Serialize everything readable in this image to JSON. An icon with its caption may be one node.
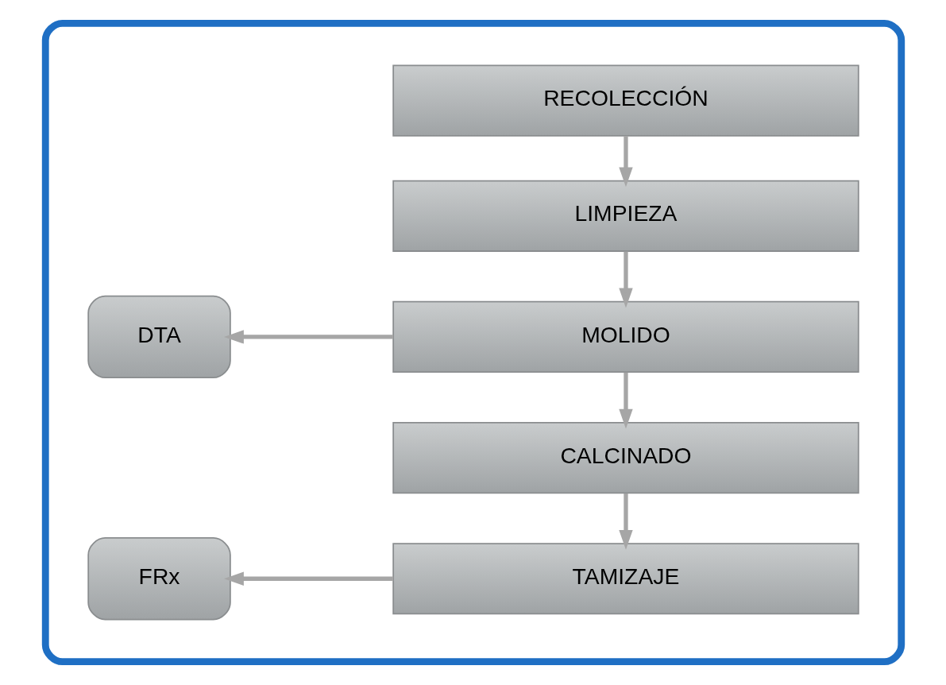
{
  "diagram": {
    "nodes": [
      {
        "text": [],
        "shape": "box"
      },
      {
        "text": [
          "RECOLECCIÓN"
        ],
        "in": 0
      },
      {
        "text": [
          "LIMPIEZA"
        ],
        "in": 0
      },
      {
        "text": [
          "MOLIDO"
        ],
        "in": 0
      },
      {
        "text": [
          "DTA"
        ],
        "in": 0
      },
      {
        "text": [
          "CALCINADO"
        ],
        "in": 0
      },
      {
        "text": [
          "TAMIZAJE"
        ],
        "in": 0
      },
      {
        "text": [
          "FRx"
        ],
        "in": 0
      }
    ],
    "edges": [
      {
        "from": 1,
        "to": 2,
        "arrow": "to"
      },
      {
        "from": 2,
        "to": 3,
        "arrow": "to"
      },
      {
        "from": 3,
        "to": 5,
        "arrow": "to"
      },
      {
        "from": 5,
        "to": 6,
        "arrow": "to"
      },
      {
        "from": 3,
        "to": 4,
        "arrow": "to"
      },
      {
        "from": 6,
        "to": 7,
        "arrow": "to"
      }
    ]
  }
}
